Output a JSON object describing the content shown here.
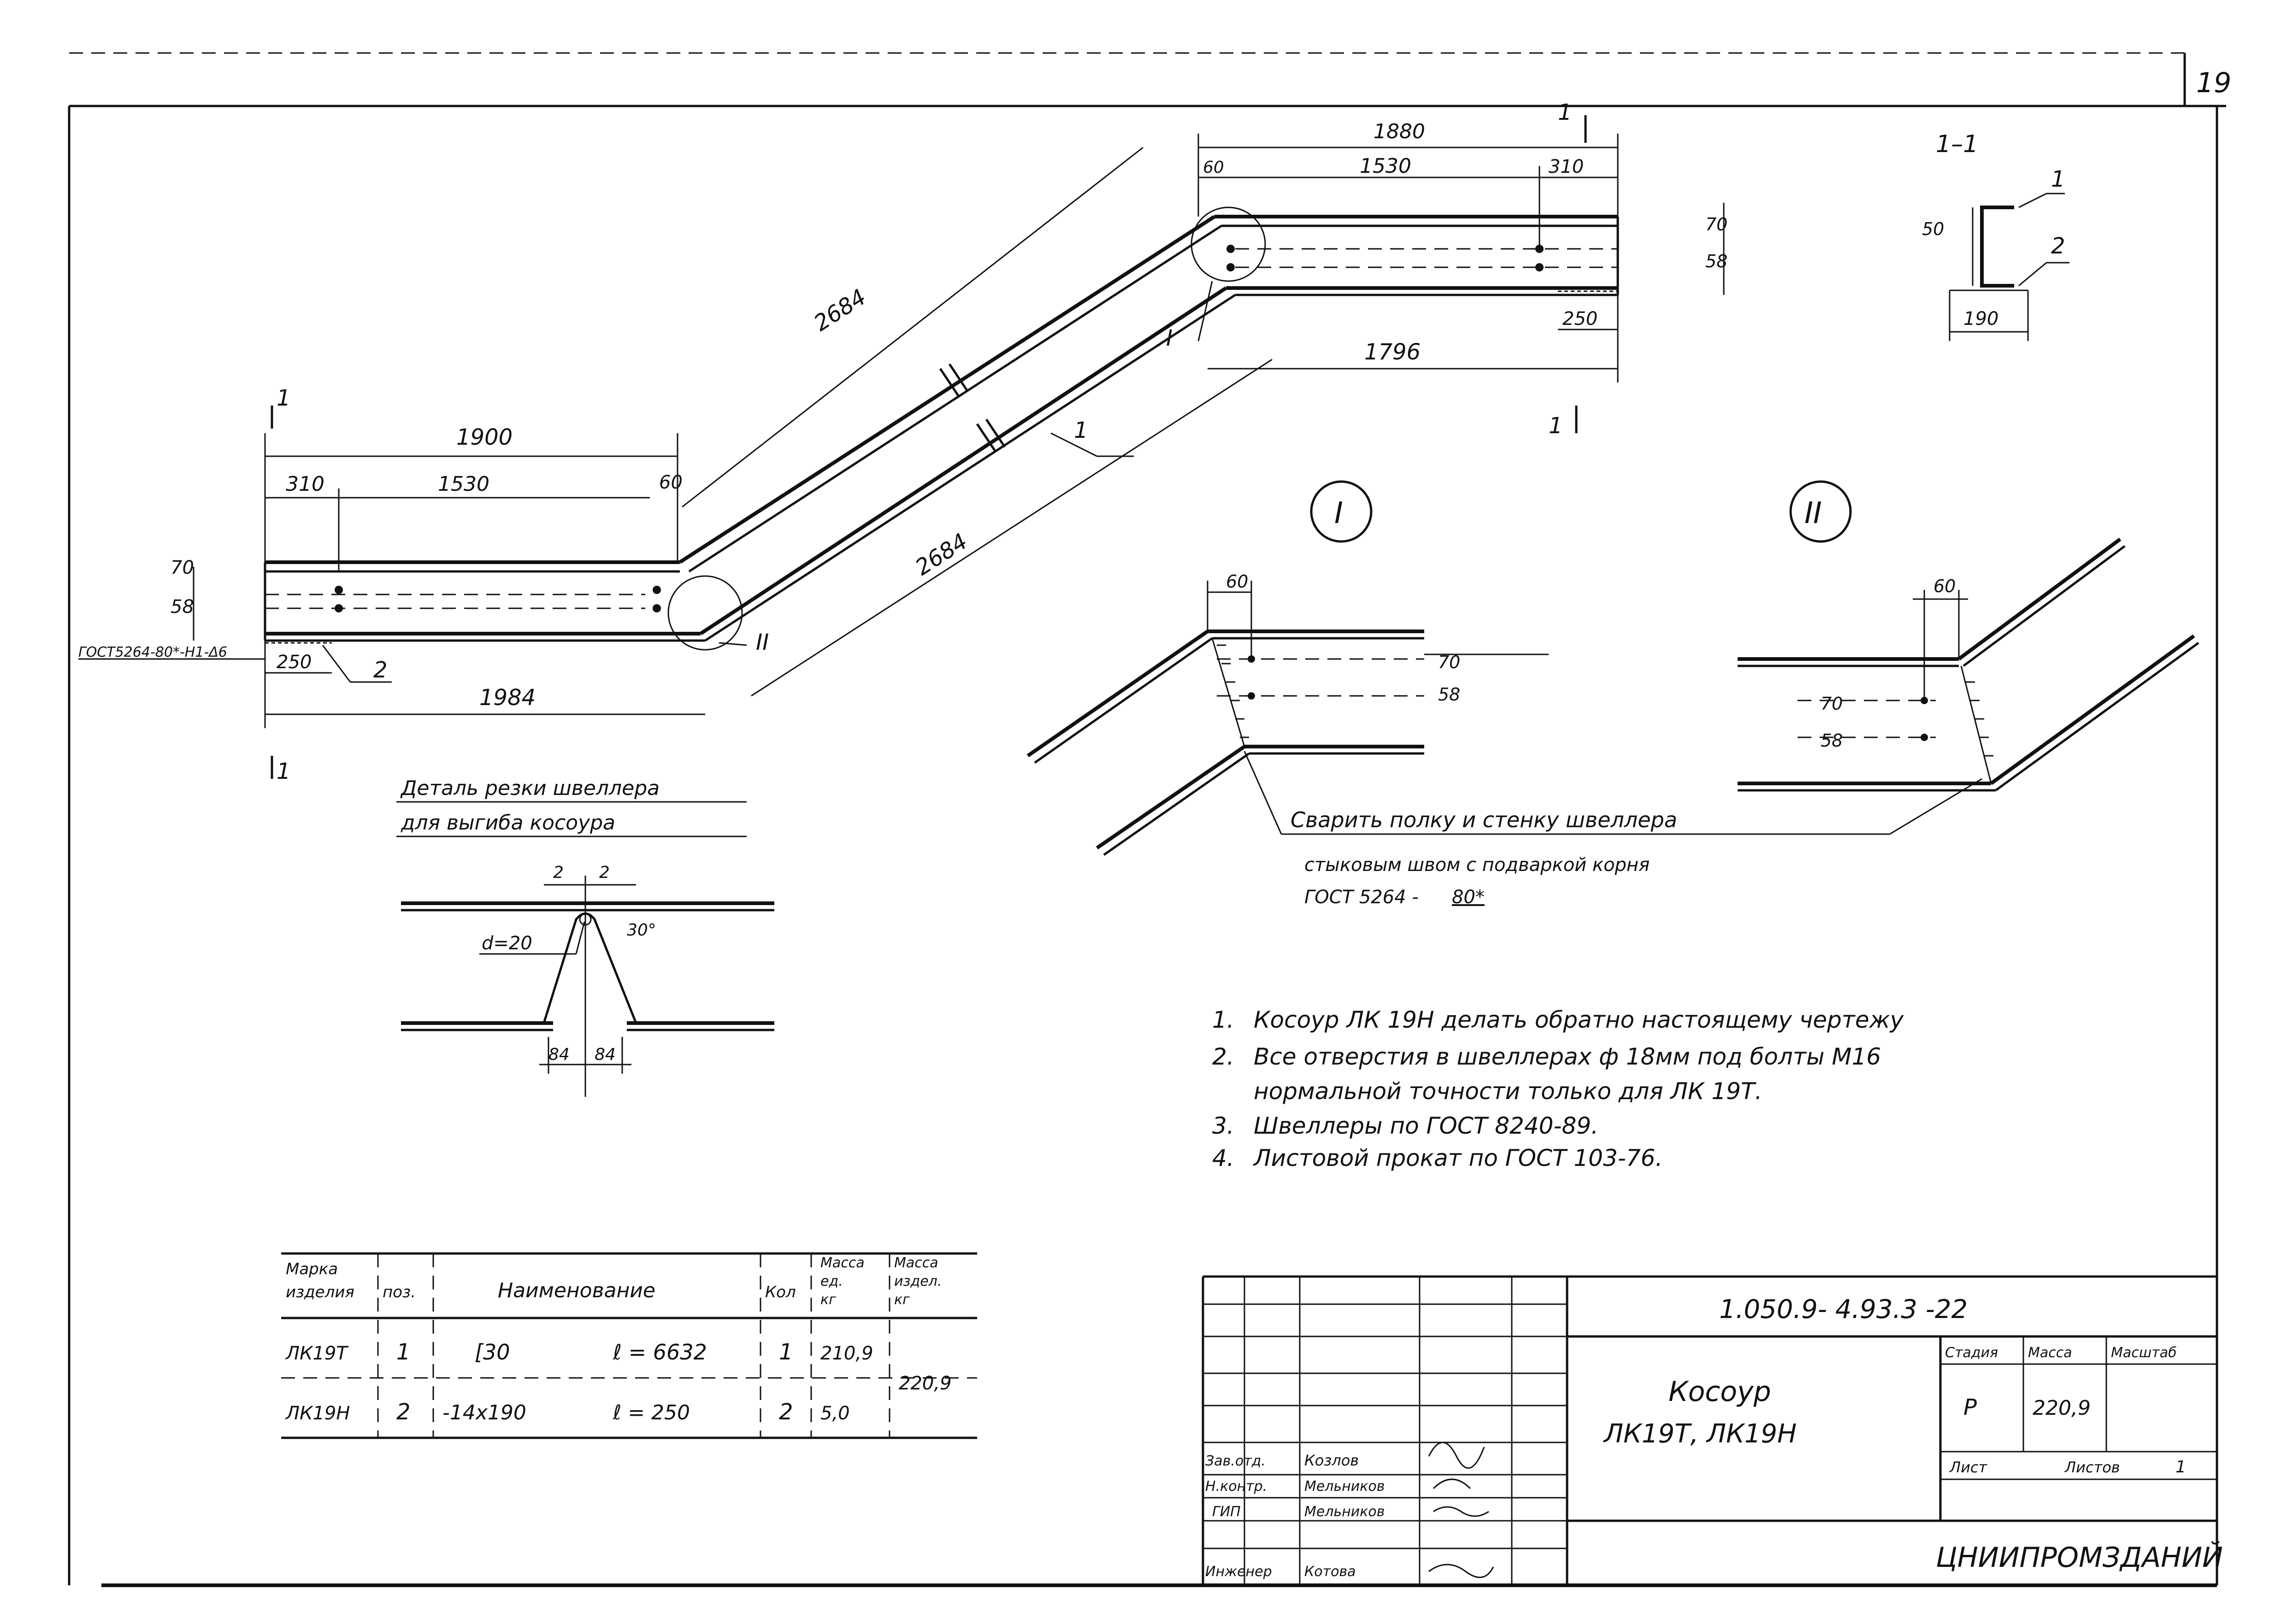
{
  "sheet": {
    "number": "19"
  },
  "main_view": {
    "dims": {
      "top_left_total": "1900",
      "left_end": "310",
      "left_mid": "1530",
      "left_bend": "60",
      "bottom_left": "1984",
      "plate_left": "250",
      "hole_spacing_left_a": "58",
      "hole_spacing_left_b": "70",
      "weld_note": "ГОСТ5264-80*-Н1-Δ6",
      "diag_top": "2684",
      "diag_bottom": "2684",
      "top_right_total": "1880",
      "right_bend": "60",
      "right_mid": "1530",
      "right_end": "310",
      "bottom_right": "1796",
      "plate_right": "250",
      "hole_spacing_right_a": "58",
      "hole_spacing_right_b": "70"
    },
    "labels": {
      "pos_1": "1",
      "pos_2": "2",
      "node_I": "I",
      "node_II": "II",
      "section_mark": "1"
    }
  },
  "section": {
    "title": "1–1",
    "pos_1": "1",
    "pos_2": "2",
    "dim_height": "50",
    "dim_width": "190"
  },
  "detail_I": {
    "label": "I",
    "dim_60": "60",
    "dim_58": "58",
    "dim_70": "70"
  },
  "detail_II": {
    "label": "II",
    "dim_60": "60",
    "dim_58": "58",
    "dim_70": "70"
  },
  "weld_callout": {
    "line1": "Сварить полку и стенку швеллера",
    "line2": "стыковым швом с подваркой корня",
    "line3_prefix": "ГОСТ 5264 -",
    "line3_link": "80*"
  },
  "cut_detail": {
    "title_line1": "Деталь резки швеллера",
    "title_line2": "для выгиба косоура",
    "dim_top_left": "2",
    "dim_top_right": "2",
    "dim_d": "d=20",
    "dim_angle": "30°",
    "dim_bottom_left": "84",
    "dim_bottom_right": "84"
  },
  "notes": [
    {
      "num": "1.",
      "text": "Косоур ЛК 19Н делать обратно настоящему чертежу"
    },
    {
      "num": "2.",
      "text": "Все отверстия в швеллерах ф 18мм под болты М16"
    },
    {
      "num": "",
      "text": "нормальной точности только для ЛК 19Т."
    },
    {
      "num": "3.",
      "text": "Швеллеры по ГОСТ 8240-89."
    },
    {
      "num": "4.",
      "text": "Листовой прокат по ГОСТ 103-76."
    }
  ],
  "spec_table": {
    "headers": {
      "mark": [
        "Марка",
        "изделия"
      ],
      "pos": "поз.",
      "name": "Наименование",
      "qty": "Кол",
      "mass_unit": [
        "Масса",
        "ед.",
        "кг"
      ],
      "mass_item": [
        "Масса",
        "издел.",
        "кг"
      ]
    },
    "rows": [
      {
        "mark": "ЛК19Т",
        "pos": "1",
        "name": "[30",
        "length": "ℓ = 6632",
        "qty": "1",
        "mass": "210,9"
      },
      {
        "mark": "ЛК19Н",
        "pos": "2",
        "name": "-14x190",
        "length": "ℓ = 250",
        "qty": "2",
        "mass": "5,0"
      }
    ],
    "total_mass": "220,9"
  },
  "title_block": {
    "doc_code": "1.050.9- 4.93.3 -22",
    "title_line1": "Косоур",
    "title_line2": "ЛК19Т, ЛК19Н",
    "stage_label": "Стадия",
    "mass_label": "Масса",
    "scale_label": "Масштаб",
    "stage": "Р",
    "mass": "220,9",
    "sheet_label": "Лист",
    "sheets_label": "Листов",
    "sheets": "1",
    "org": "ЦНИИПРОМЗДАНИЙ",
    "signatures": [
      {
        "role": "Зав.отд.",
        "name": "Козлов"
      },
      {
        "role": "Н.контр.",
        "name": "Мельников"
      },
      {
        "role": "ГИП",
        "name": "Мельников"
      },
      {
        "role": "Инженер",
        "name": "Котова"
      }
    ]
  }
}
